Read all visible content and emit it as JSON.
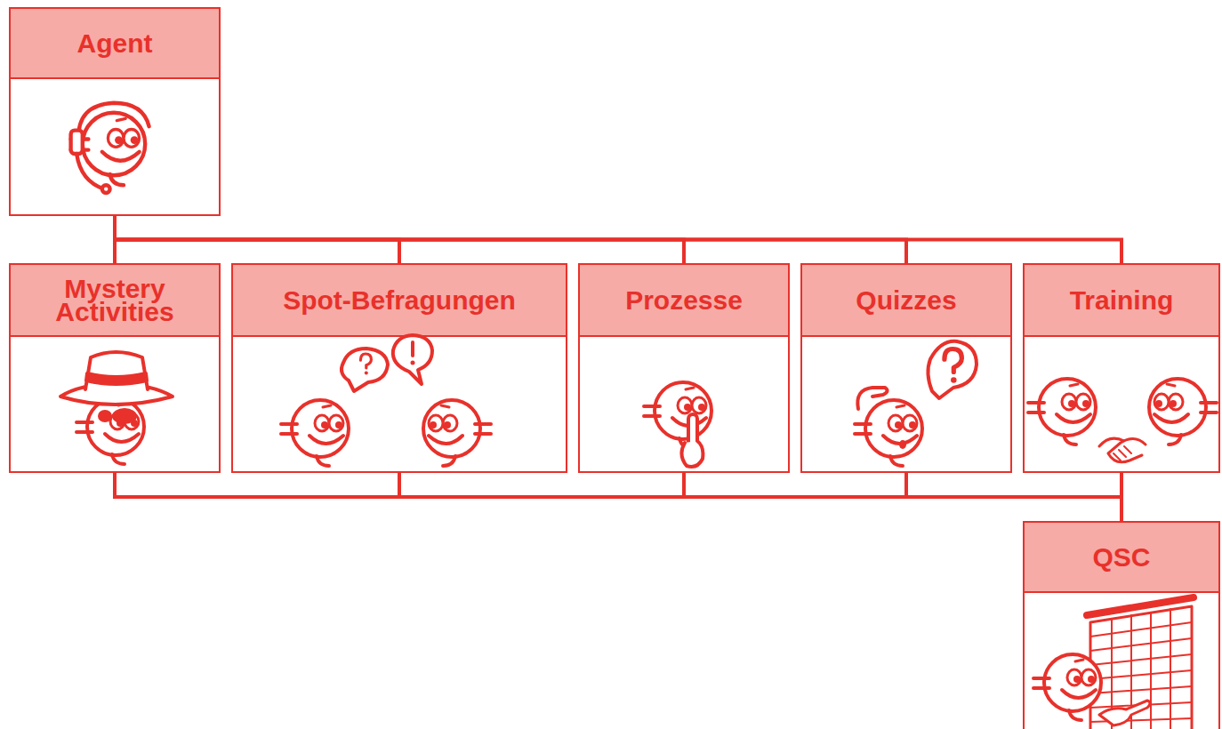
{
  "diagram": {
    "nodes": [
      {
        "text": [
          "Agent"
        ]
      },
      {
        "text": [
          "Mystery Activities"
        ]
      },
      {
        "text": [
          "Spot-Befragungen"
        ]
      },
      {
        "text": [
          "Prozesse"
        ]
      },
      {
        "text": [
          "Quizzes"
        ]
      },
      {
        "text": [
          "Training"
        ]
      },
      {
        "text": [
          "QSC"
        ]
      }
    ],
    "edges": [
      {
        "from": 0,
        "to": 1,
        "arrow": "none"
      },
      {
        "from": 0,
        "to": 2,
        "arrow": "none"
      },
      {
        "from": 0,
        "to": 3,
        "arrow": "none"
      },
      {
        "from": 0,
        "to": 4,
        "arrow": "none"
      },
      {
        "from": 0,
        "to": 5,
        "arrow": "none"
      },
      {
        "from": 1,
        "to": 6,
        "arrow": "none"
      },
      {
        "from": 2,
        "to": 6,
        "arrow": "none"
      },
      {
        "from": 3,
        "to": 6,
        "arrow": "none"
      },
      {
        "from": 4,
        "to": 6,
        "arrow": "none"
      },
      {
        "from": 5,
        "to": 6,
        "arrow": "none"
      }
    ]
  }
}
